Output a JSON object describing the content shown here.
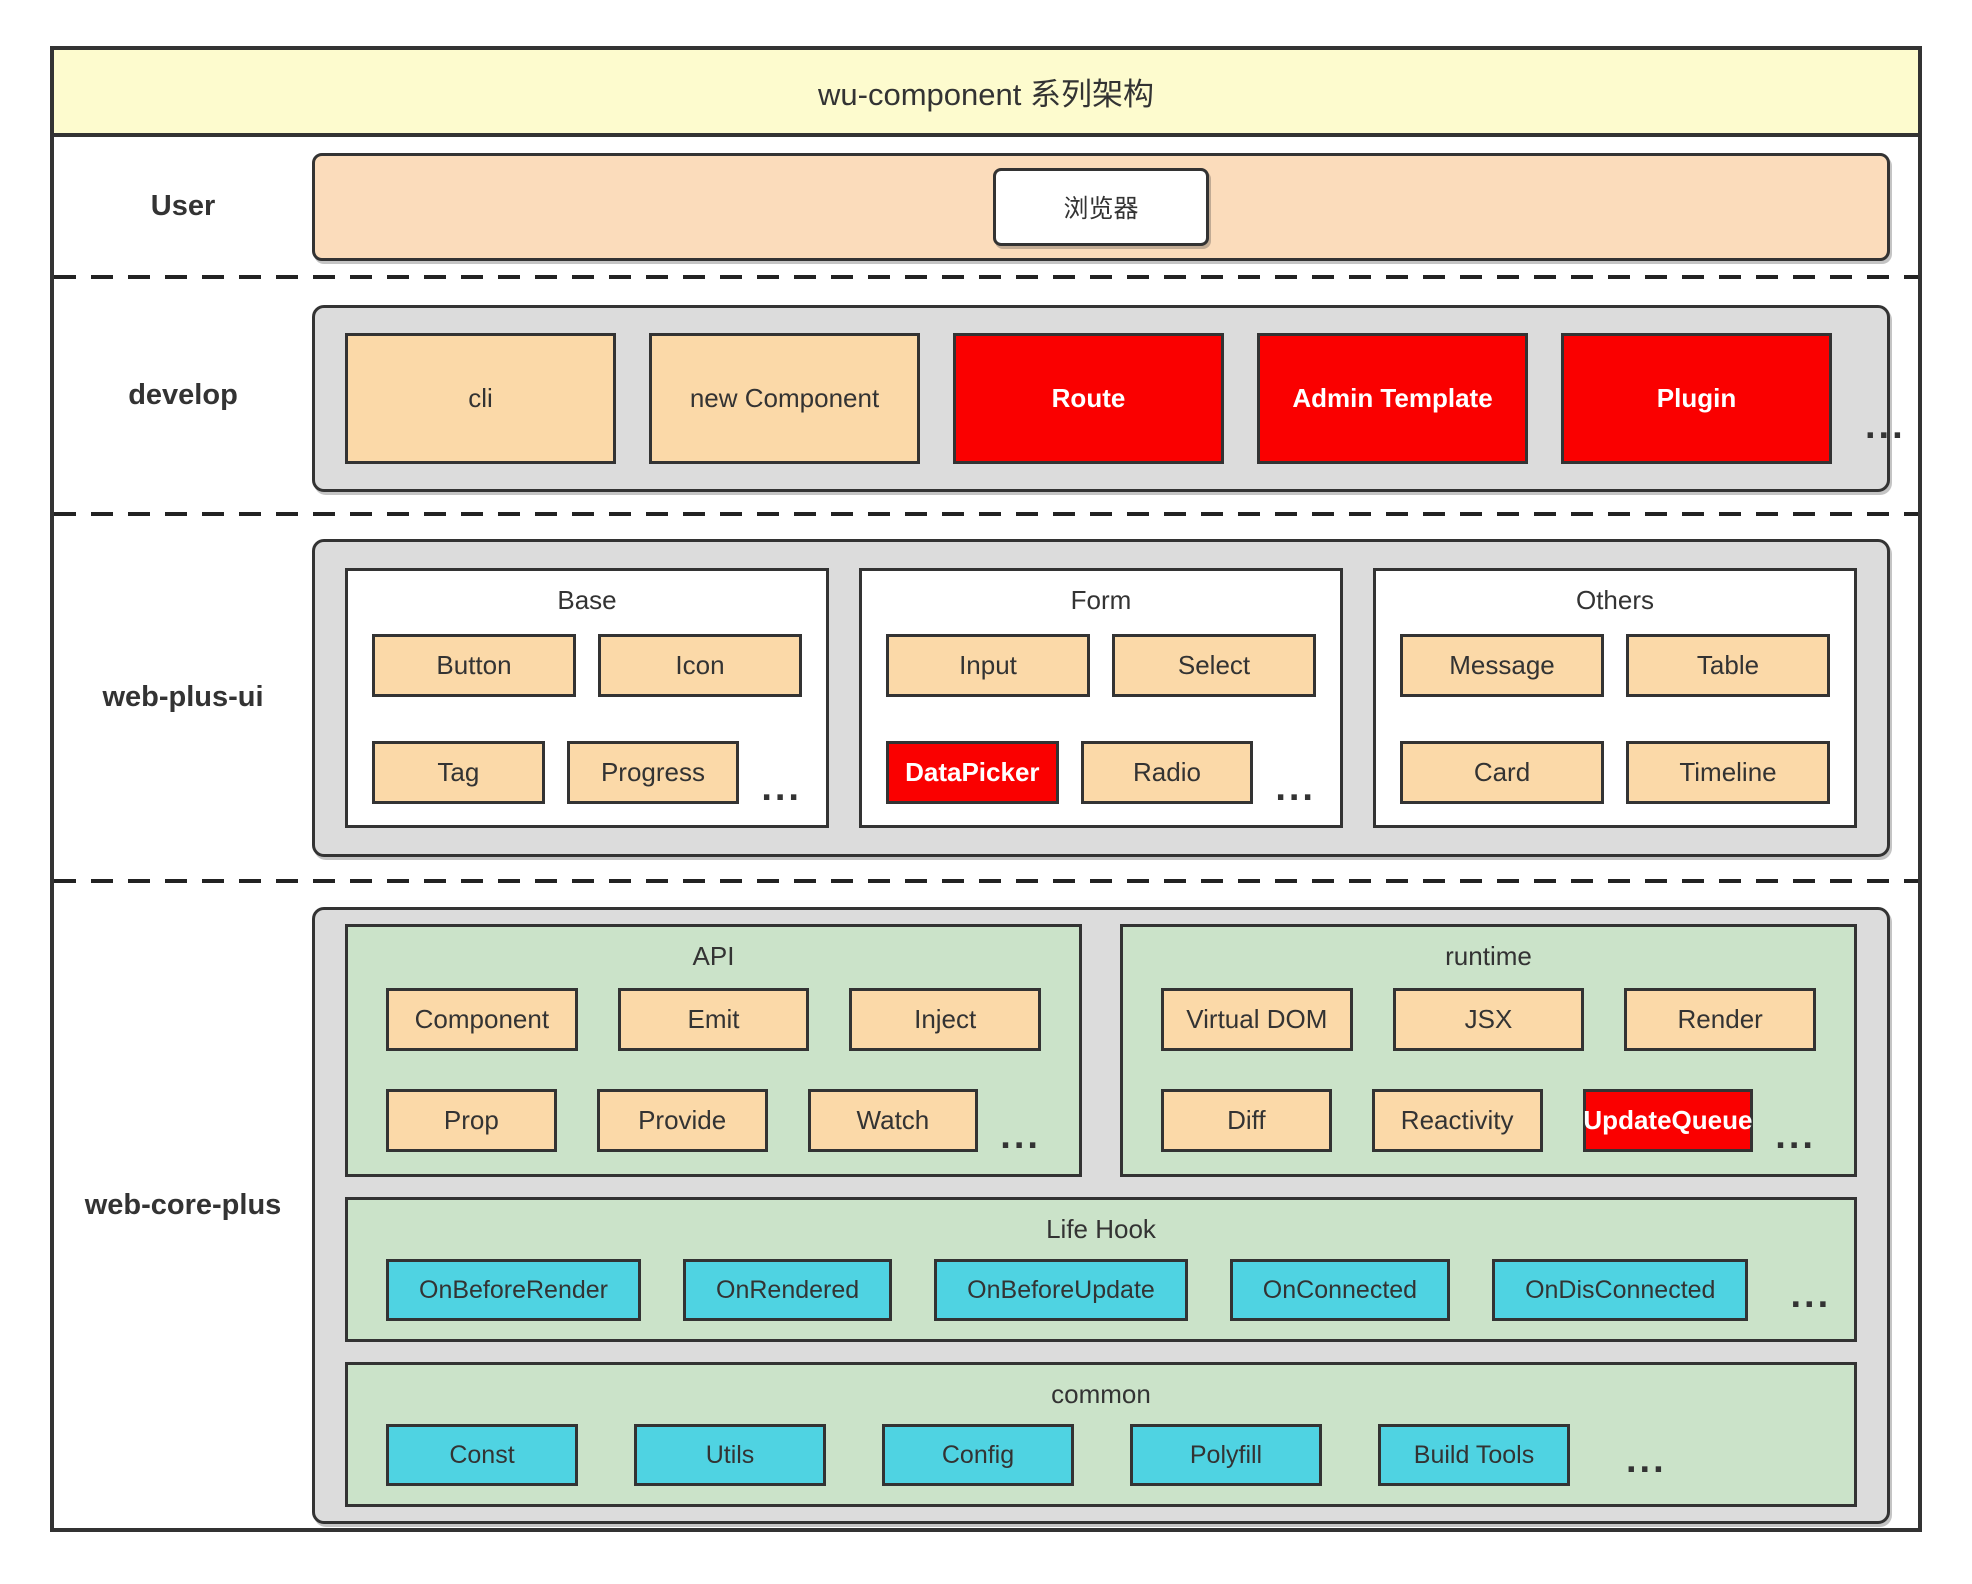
{
  "title": "wu-component 系列架构",
  "colors": {
    "title_bar_bg": "#fdfbce",
    "user_band_bg": "#fbdcbb",
    "box_orange": "#fbd9a8",
    "box_red": "#fa0000",
    "box_cyan": "#4fd3e2",
    "group_green_bg": "#cbe3c9",
    "container_gray_bg": "#dcdcdc",
    "border_dark": "#333333"
  },
  "rows": {
    "user": {
      "label": "User",
      "browser_label": "浏览器"
    },
    "develop": {
      "label": "develop",
      "items": [
        {
          "label": "cli",
          "color": "orange"
        },
        {
          "label": "new Component",
          "color": "orange"
        },
        {
          "label": "Route",
          "color": "red"
        },
        {
          "label": "Admin Template",
          "color": "red"
        },
        {
          "label": "Plugin",
          "color": "red"
        }
      ],
      "more": "..."
    },
    "web_plus_ui": {
      "label": "web-plus-ui",
      "groups": [
        {
          "title": "Base",
          "items": [
            {
              "label": "Button",
              "color": "orange"
            },
            {
              "label": "Icon",
              "color": "orange"
            },
            {
              "label": "Tag",
              "color": "orange"
            },
            {
              "label": "Progress",
              "color": "orange"
            }
          ],
          "more": "..."
        },
        {
          "title": "Form",
          "items": [
            {
              "label": "Input",
              "color": "orange"
            },
            {
              "label": "Select",
              "color": "orange"
            },
            {
              "label": "DataPicker",
              "color": "red"
            },
            {
              "label": "Radio",
              "color": "orange"
            }
          ],
          "more": "..."
        },
        {
          "title": "Others",
          "items": [
            {
              "label": "Message",
              "color": "orange"
            },
            {
              "label": "Table",
              "color": "orange"
            },
            {
              "label": "Card",
              "color": "orange"
            },
            {
              "label": "Timeline",
              "color": "orange"
            }
          ]
        }
      ]
    },
    "web_core_plus": {
      "label": "web-core-plus",
      "api": {
        "title": "API",
        "items": [
          {
            "label": "Component",
            "color": "orange"
          },
          {
            "label": "Emit",
            "color": "orange"
          },
          {
            "label": "Inject",
            "color": "orange"
          },
          {
            "label": "Prop",
            "color": "orange"
          },
          {
            "label": "Provide",
            "color": "orange"
          },
          {
            "label": "Watch",
            "color": "orange"
          }
        ],
        "more": "..."
      },
      "runtime": {
        "title": "runtime",
        "items": [
          {
            "label": "Virtual DOM",
            "color": "orange"
          },
          {
            "label": "JSX",
            "color": "orange"
          },
          {
            "label": "Render",
            "color": "orange"
          },
          {
            "label": "Diff",
            "color": "orange"
          },
          {
            "label": "Reactivity",
            "color": "orange"
          },
          {
            "label": "UpdateQueue",
            "color": "red"
          }
        ],
        "more": "..."
      },
      "life_hook": {
        "title": "Life Hook",
        "items": [
          {
            "label": "OnBeforeRender",
            "color": "cyan"
          },
          {
            "label": "OnRendered",
            "color": "cyan"
          },
          {
            "label": "OnBeforeUpdate",
            "color": "cyan"
          },
          {
            "label": "OnConnected",
            "color": "cyan"
          },
          {
            "label": "OnDisConnected",
            "color": "cyan"
          }
        ],
        "more": "..."
      },
      "common": {
        "title": "common",
        "items": [
          {
            "label": "Const",
            "color": "cyan"
          },
          {
            "label": "Utils",
            "color": "cyan"
          },
          {
            "label": "Config",
            "color": "cyan"
          },
          {
            "label": "Polyfill",
            "color": "cyan"
          },
          {
            "label": "Build Tools",
            "color": "cyan"
          }
        ],
        "more": "..."
      }
    }
  }
}
